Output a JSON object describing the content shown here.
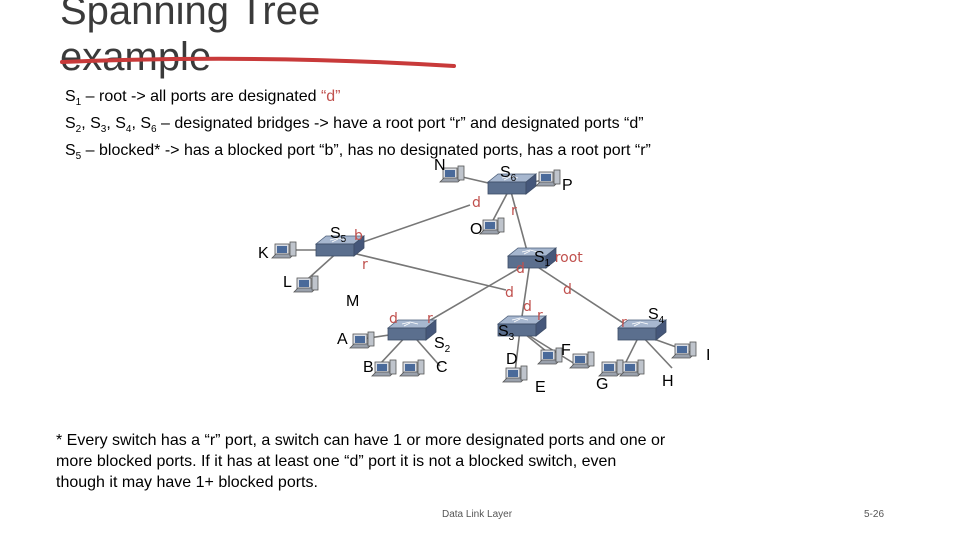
{
  "slide": {
    "title_line1": "Spanning Tree",
    "title_line2": "example"
  },
  "bullets": [
    {
      "pre": "S",
      "sub": "1",
      "text": " – root -> all ports are designated ",
      "quote": "“d”",
      "post": ""
    },
    {
      "pre": "S",
      "sub": "2",
      "text": ", S3, S4, S6 – designated bridges -> have a root port ",
      "quote": "“r”",
      "post": " and designated ports “d”"
    },
    {
      "pre": "S",
      "sub": "5",
      "text": " – blocked* -> has a blocked port ",
      "quote": "“b”",
      "post": ", has no designated ports, has a root port “r”"
    }
  ],
  "diagram": {
    "switches": {
      "s1": {
        "name": "S",
        "sub": "1",
        "extra": "root"
      },
      "s2": {
        "name": "S",
        "sub": "2"
      },
      "s3": {
        "name": "S",
        "sub": "3"
      },
      "s4": {
        "name": "S",
        "sub": "4"
      },
      "s5": {
        "name": "S",
        "sub": "5"
      },
      "s6": {
        "name": "S",
        "sub": "6"
      }
    },
    "hosts": [
      "N",
      "P",
      "O",
      "K",
      "L",
      "M",
      "A",
      "B",
      "C",
      "D",
      "E",
      "F",
      "G",
      "H",
      "I"
    ],
    "ports": {
      "d": "d",
      "r": "r",
      "b": "b"
    }
  },
  "footnote": "* Every switch has a “r” port, a switch can have 1 or more designated ports and one or more blocked ports. If it has at least one “d” port it is not a blocked switch, even though it may have 1+ blocked ports.",
  "footer": {
    "left": "Data Link Layer",
    "right": "5-26"
  },
  "colors": {
    "title": "#3a3a3a",
    "accent": "#c0504d",
    "link": "#777777",
    "switch": "#5b6f8e"
  }
}
